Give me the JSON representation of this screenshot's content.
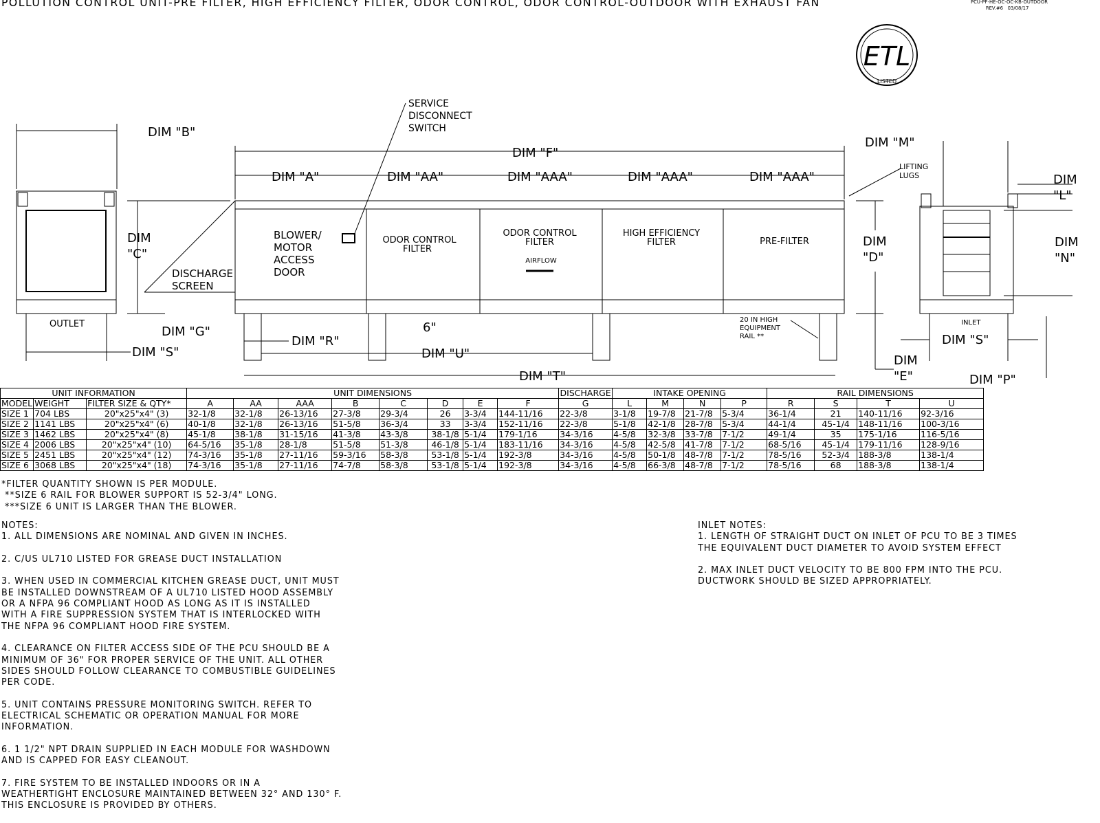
{
  "title": "POLLUTION CONTROL UNIT-PRE FILTER, HIGH EFFICIENCY FILTER, ODOR CONTROL, ODOR CONTROL-OUTDOOR WITH EXHAUST FAN",
  "drawing_id": "PCU-PF-HE-OC-OC-KB-OUTDOOR",
  "revision": "REV.#6   03/08/17",
  "etl_logo": {
    "text": "ETL",
    "sub": "LISTED"
  },
  "labels": {
    "dim_b": "DIM \"B\"",
    "dim_c1": "DIM",
    "dim_c2": "\"C\"",
    "outlet": "OUTLET",
    "dim_g": "DIM \"G\"",
    "dim_s_left": "DIM \"S\"",
    "service": [
      "SERVICE",
      "DISCONNECT",
      "SWITCH"
    ],
    "dim_f": "DIM \"F\"",
    "dim_a": "DIM \"A\"",
    "dim_aa": "DIM \"AA\"",
    "dim_aaa": "DIM \"AAA\"",
    "discharge_screen": [
      "DISCHARGE",
      "SCREEN"
    ],
    "blower": [
      "BLOWER/",
      "MOTOR",
      "ACCESS",
      "DOOR"
    ],
    "odor1": [
      "ODOR CONTROL",
      "FILTER"
    ],
    "odor2": [
      "ODOR CONTROL",
      "FILTER"
    ],
    "airflow": "AIRFLOW",
    "hef": [
      "HIGH EFFICIENCY",
      "FILTER"
    ],
    "prefilter": "PRE-FILTER",
    "dim_r": "DIM \"R\"",
    "six": "6\"",
    "dim_u": "DIM \"U\"",
    "dim_t": "DIM \"T\"",
    "rail": [
      "20 IN HIGH",
      "EQUIPMENT",
      "RAIL **"
    ],
    "dim_d1": "DIM",
    "dim_d2": "\"D\"",
    "dim_e1": "DIM",
    "dim_e2": "\"E\"",
    "dim_m": "DIM \"M\"",
    "lifting": [
      "LIFTING",
      "LUGS"
    ],
    "dim_l1": "DIM",
    "dim_l2": "\"L\"",
    "dim_n1": "DIM",
    "dim_n2": "\"N\"",
    "inlet": "INLET",
    "dim_s_right": "DIM \"S\"",
    "dim_p": "DIM \"P\""
  },
  "table": {
    "groups": [
      "UNIT INFORMATION",
      "UNIT DIMENSIONS",
      "DISCHARGE",
      "INTAKE OPENING",
      "RAIL DIMENSIONS"
    ],
    "headers": [
      "MODEL",
      "WEIGHT",
      "FILTER SIZE & QTY*",
      "A",
      "AA",
      "AAA",
      "B",
      "C",
      "D",
      "E",
      "F",
      "G",
      "L",
      "M",
      "N",
      "P",
      "R",
      "S",
      "T",
      "U"
    ],
    "rows": [
      [
        "SIZE 1",
        "704 LBS",
        "20\"x25\"x4\" (3)",
        "32-1/8",
        "32-1/8",
        "26-13/16",
        "27-3/8",
        "29-3/4",
        "26",
        "3-3/4",
        "144-11/16",
        "22-3/8",
        "3-1/8",
        "19-7/8",
        "21-7/8",
        "5-3/4",
        "36-1/4",
        "21",
        "140-11/16",
        "92-3/16"
      ],
      [
        "SIZE 2",
        "1141 LBS",
        "20\"x25\"x4\" (6)",
        "40-1/8",
        "32-1/8",
        "26-13/16",
        "51-5/8",
        "36-3/4",
        "33",
        "3-3/4",
        "152-11/16",
        "22-3/8",
        "5-1/8",
        "42-1/8",
        "28-7/8",
        "5-3/4",
        "44-1/4",
        "45-1/4",
        "148-11/16",
        "100-3/16"
      ],
      [
        "SIZE 3",
        "1462 LBS",
        "20\"x25\"x4\" (8)",
        "45-1/8",
        "38-1/8",
        "31-15/16",
        "41-3/8",
        "43-3/8",
        "38-1/8",
        "5-1/4",
        "179-1/16",
        "34-3/16",
        "4-5/8",
        "32-3/8",
        "33-7/8",
        "7-1/2",
        "49-1/4",
        "35",
        "175-1/16",
        "116-5/16"
      ],
      [
        "SIZE 4",
        "2006 LBS",
        "20\"x25\"x4\" (10)",
        "64-5/16",
        "35-1/8",
        "28-1/8",
        "51-5/8",
        "51-3/8",
        "46-1/8",
        "5-1/4",
        "183-11/16",
        "34-3/16",
        "4-5/8",
        "42-5/8",
        "41-7/8",
        "7-1/2",
        "68-5/16",
        "45-1/4",
        "179-11/16",
        "128-9/16"
      ],
      [
        "SIZE 5",
        "2451 LBS",
        "20\"x25\"x4\" (12)",
        "74-3/16",
        "35-1/8",
        "27-11/16",
        "59-3/16",
        "58-3/8",
        "53-1/8",
        "5-1/4",
        "192-3/8",
        "34-3/16",
        "4-5/8",
        "50-1/8",
        "48-7/8",
        "7-1/2",
        "78-5/16",
        "52-3/4",
        "188-3/8",
        "138-1/4"
      ],
      [
        "SIZE 6",
        "3068 LBS",
        "20\"x25\"x4\" (18)",
        "74-3/16",
        "35-1/8",
        "27-11/16",
        "74-7/8",
        "58-3/8",
        "53-1/8",
        "5-1/4",
        "192-3/8",
        "34-3/16",
        "4-5/8",
        "66-3/8",
        "48-7/8",
        "7-1/2",
        "78-5/16",
        "68",
        "188-3/8",
        "138-1/4"
      ]
    ]
  },
  "footnotes": "*FILTER QUANTITY SHOWN IS PER MODULE.\n **SIZE 6 RAIL FOR BLOWER SUPPORT IS 52-3/4\" LONG.\n ***SIZE 6 UNIT IS LARGER THAN THE BLOWER.",
  "notes": "NOTES:\n1. ALL DIMENSIONS ARE NOMINAL AND GIVEN IN INCHES.\n\n2. C/US UL710 LISTED FOR GREASE DUCT INSTALLATION\n\n3. WHEN USED IN COMMERCIAL KITCHEN GREASE DUCT, UNIT MUST\nBE INSTALLED DOWNSTREAM OF A UL710 LISTED HOOD ASSEMBLY\nOR A NFPA 96 COMPLIANT HOOD AS LONG AS IT IS INSTALLED\nWITH A FIRE SUPPRESSION SYSTEM THAT IS INTERLOCKED WITH\nTHE NFPA 96 COMPLIANT HOOD FIRE SYSTEM.\n\n4. CLEARANCE ON FILTER ACCESS SIDE OF THE PCU SHOULD BE A\nMINIMUM OF 36\" FOR PROPER SERVICE OF THE UNIT. ALL OTHER\nSIDES SHOULD FOLLOW CLEARANCE TO COMBUSTIBLE GUIDELINES\nPER CODE.\n\n5. UNIT CONTAINS PRESSURE MONITORING SWITCH. REFER TO\nELECTRICAL SCHEMATIC OR OPERATION MANUAL FOR MORE\nINFORMATION.\n\n6. 1 1/2\" NPT DRAIN SUPPLIED IN EACH MODULE FOR WASHDOWN\nAND IS CAPPED FOR EASY CLEANOUT.\n\n7. FIRE SYSTEM TO BE INSTALLED INDOORS OR IN A\nWEATHERTIGHT ENCLOSURE MAINTAINED BETWEEN 32° AND 130° F.\nTHIS ENCLOSURE IS PROVIDED BY OTHERS.",
  "inlet_notes": "INLET NOTES:\n1. LENGTH OF STRAIGHT DUCT ON INLET OF PCU TO BE 3 TIMES\nTHE EQUIVALENT DUCT DIAMETER TO AVOID SYSTEM EFFECT\n\n2. MAX INLET DUCT VELOCITY TO BE 800 FPM INTO THE PCU.\nDUCTWORK SHOULD BE SIZED APPROPRIATELY."
}
